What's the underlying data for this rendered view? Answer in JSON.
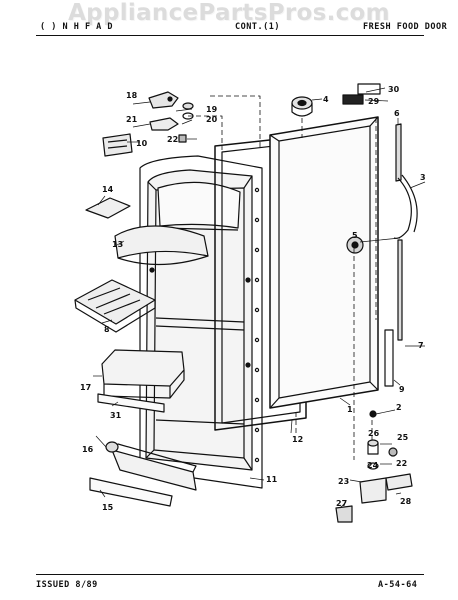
{
  "watermark": "AppliancePartsPros.com",
  "header": {
    "model": "(  ) N   H  F   A  D",
    "section": "CONT.(1)",
    "title": "FRESH FOOD DOOR"
  },
  "footer": {
    "issued": "ISSUED 8/89",
    "code": "A-54-64"
  },
  "callouts": [
    "1",
    "2",
    "3",
    "4",
    "5",
    "6",
    "7",
    "8",
    "9",
    "10",
    "11",
    "12",
    "13",
    "14",
    "15",
    "16",
    "17",
    "18",
    "19",
    "20",
    "21",
    "22",
    "23",
    "24",
    "25",
    "26",
    "27",
    "28",
    "29",
    "30",
    "31"
  ]
}
